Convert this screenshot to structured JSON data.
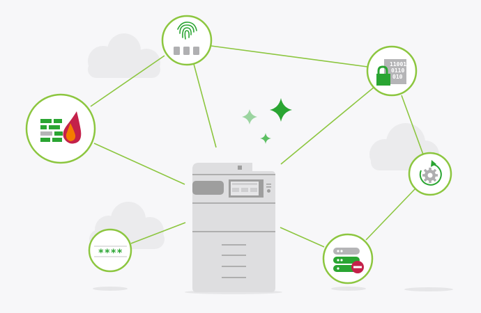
{
  "colors": {
    "accent": "#8cc63f",
    "icon_green": "#2aa532",
    "flame_red": "#c4214a",
    "flame_orange": "#f57c00",
    "device_gray": "#dcdcdd",
    "background": "#f7f7f9"
  },
  "nodes": [
    {
      "icon": "fingerprint-icon"
    },
    {
      "icon": "firewall-icon"
    },
    {
      "icon": "encrypted-data-lock-icon",
      "binary_lines": [
        "11001",
        "0110",
        "010"
      ]
    },
    {
      "icon": "gear-refresh-icon"
    },
    {
      "icon": "password-icon",
      "mask": "****"
    },
    {
      "icon": "server-block-icon"
    }
  ],
  "center": {
    "icon": "multifunction-printer-icon"
  }
}
